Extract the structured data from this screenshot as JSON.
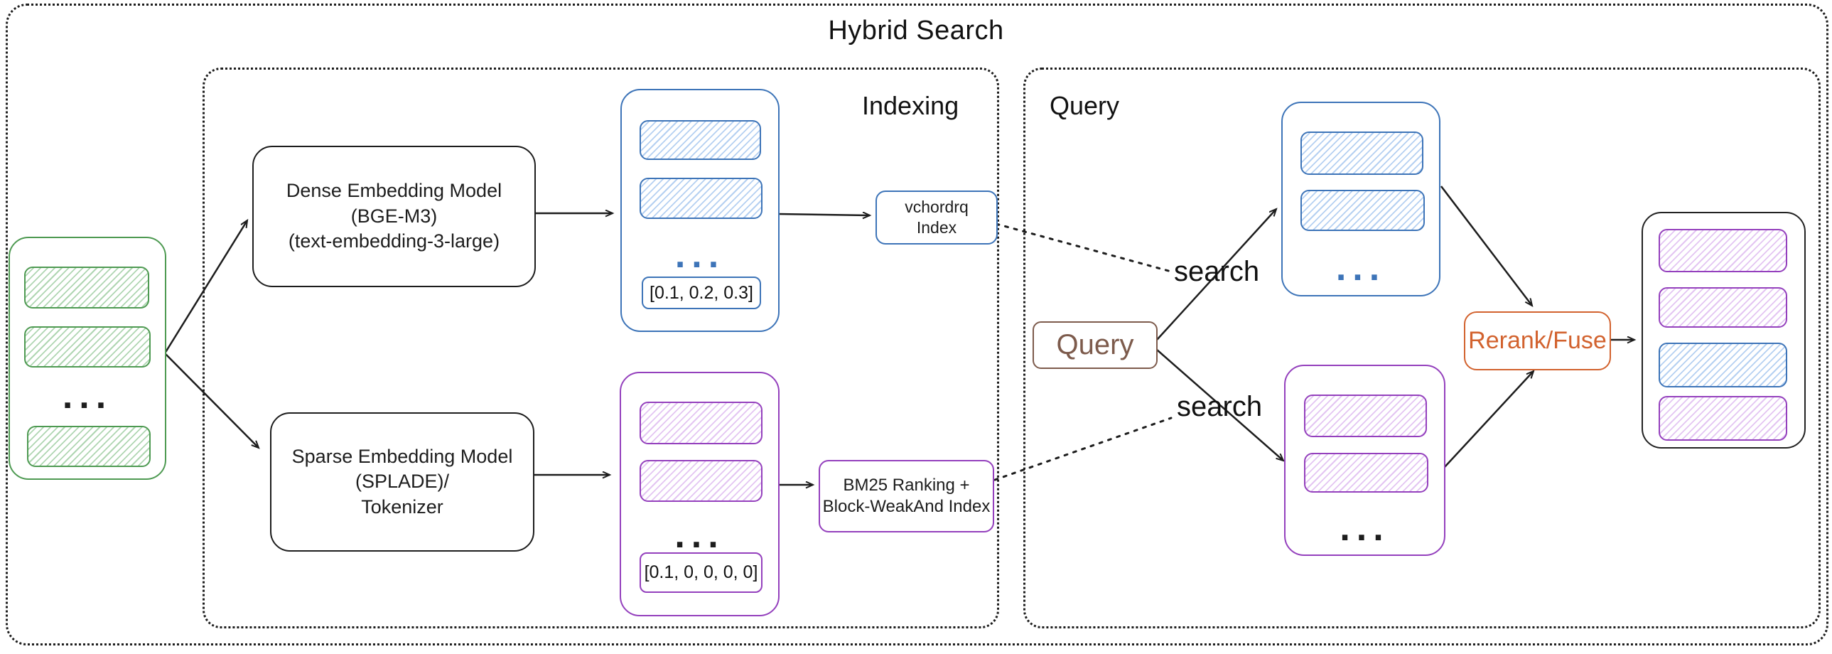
{
  "title": "Hybrid Search",
  "labels": {
    "indexing_section": "Indexing",
    "query_section": "Query",
    "search_top": "search",
    "search_bottom": "search",
    "ellipsis": "..."
  },
  "indexing": {
    "dense_model_line1": "Dense Embedding Model",
    "dense_model_line2": "(BGE-M3)",
    "dense_model_line3": "(text-embedding-3-large)",
    "sparse_model_line1": "Sparse Embedding Model",
    "sparse_model_line2": "(SPLADE)/",
    "sparse_model_line3": "Tokenizer",
    "dense_vector_value": "[0.1, 0.2, 0.3]",
    "sparse_vector_value": "[0.1, 0, 0, 0, 0]",
    "dense_index_line1": "vchordrq",
    "dense_index_line2": "Index",
    "sparse_index_line1": "BM25 Ranking +",
    "sparse_index_line2": "Block-WeakAnd Index"
  },
  "query": {
    "query_box_label": "Query",
    "rerank_label": "Rerank/Fuse"
  },
  "colors": {
    "green": "#4e9a52",
    "blue": "#3d74b8",
    "purple": "#9440bd",
    "orange": "#d2622e",
    "brown": "#7d5b4c",
    "ink": "#1d1d1d"
  }
}
